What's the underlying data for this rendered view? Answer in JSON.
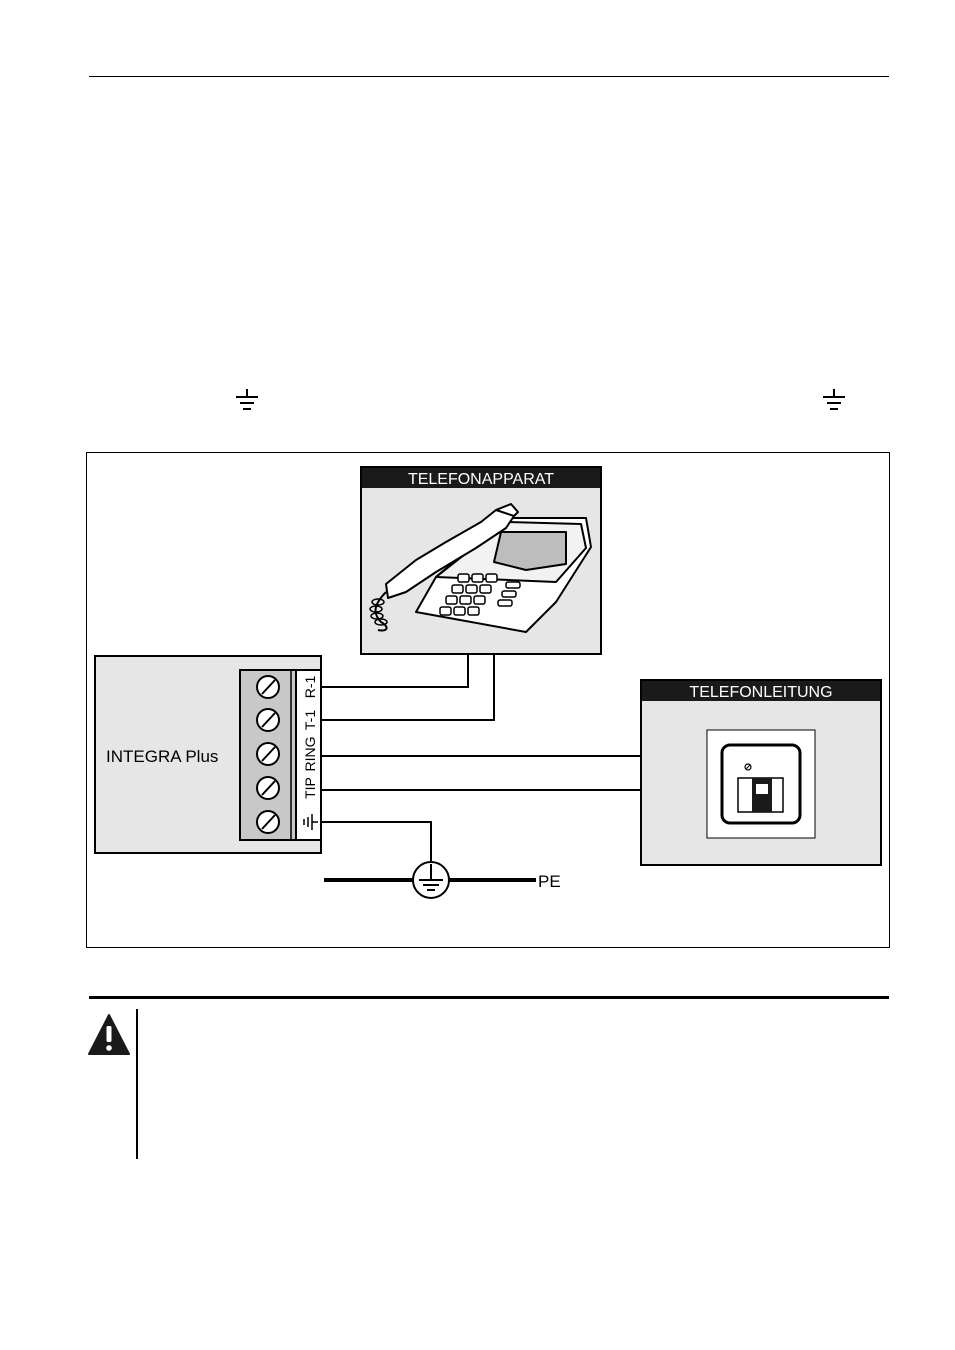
{
  "diagram": {
    "telephone_title": "TELEFONAPPARAT",
    "line_title": "TELEFONLEITUNG",
    "panel_label": "INTEGRA Plus",
    "terminals": [
      "R-1",
      "T-1",
      "RING",
      "TIP"
    ],
    "earth_label": "PE"
  },
  "icons": {
    "ground": "ground-icon",
    "warning": "warning-icon"
  },
  "colors": {
    "box_fill": "#e6e6e6",
    "header_fill": "#1a1a1a",
    "header_text": "#ffffff",
    "terminal_fill": "#c8c8c8",
    "line": "#000000"
  }
}
